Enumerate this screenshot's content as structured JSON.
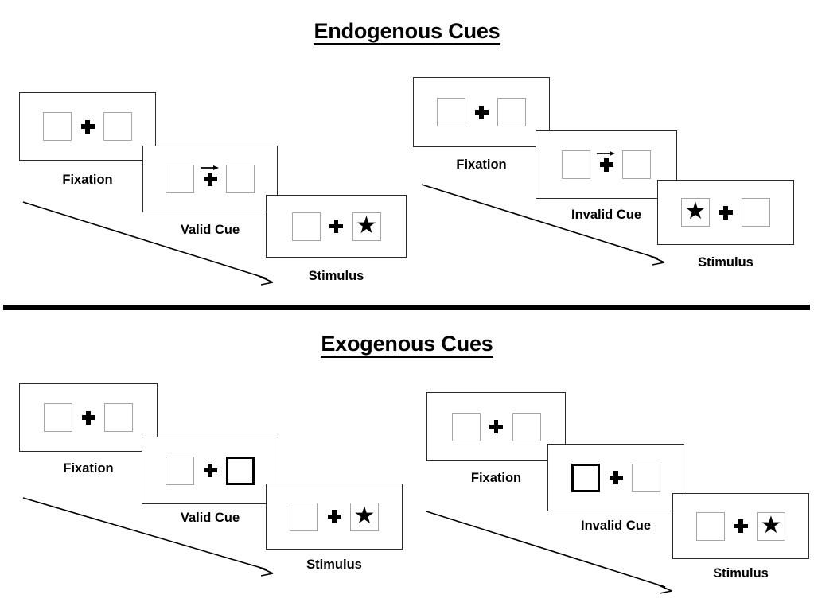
{
  "figure": {
    "title_endogenous": "Endogenous Cues",
    "title_exogenous": "Exogenous Cues"
  },
  "sections": [
    {
      "id": "endogenous",
      "title": "Endogenous Cues",
      "cue_type": "central-arrow",
      "sequences": [
        {
          "id": "endogenous-valid",
          "validity": "valid",
          "panels": [
            {
              "caption": "Fixation",
              "left_box": {
                "content": "empty",
                "cued": false
              },
              "right_box": {
                "content": "empty",
                "cued": false
              },
              "center": "plus",
              "arrow_cue": "none"
            },
            {
              "caption": "Valid Cue",
              "left_box": {
                "content": "empty",
                "cued": false
              },
              "right_box": {
                "content": "empty",
                "cued": false
              },
              "center": "plus",
              "arrow_cue": "right"
            },
            {
              "caption": "Stimulus",
              "left_box": {
                "content": "empty",
                "cued": false
              },
              "right_box": {
                "content": "star",
                "cued": false
              },
              "center": "plus",
              "arrow_cue": "none"
            }
          ]
        },
        {
          "id": "endogenous-invalid",
          "validity": "invalid",
          "panels": [
            {
              "caption": "Fixation",
              "left_box": {
                "content": "empty",
                "cued": false
              },
              "right_box": {
                "content": "empty",
                "cued": false
              },
              "center": "plus",
              "arrow_cue": "none"
            },
            {
              "caption": "Invalid Cue",
              "left_box": {
                "content": "empty",
                "cued": false
              },
              "right_box": {
                "content": "empty",
                "cued": false
              },
              "center": "plus",
              "arrow_cue": "right"
            },
            {
              "caption": "Stimulus",
              "left_box": {
                "content": "star",
                "cued": false
              },
              "right_box": {
                "content": "empty",
                "cued": false
              },
              "center": "plus",
              "arrow_cue": "none"
            }
          ]
        }
      ]
    },
    {
      "id": "exogenous",
      "title": "Exogenous Cues",
      "cue_type": "peripheral-box-flash",
      "sequences": [
        {
          "id": "exogenous-valid",
          "validity": "valid",
          "panels": [
            {
              "caption": "Fixation",
              "left_box": {
                "content": "empty",
                "cued": false
              },
              "right_box": {
                "content": "empty",
                "cued": false
              },
              "center": "plus",
              "arrow_cue": "none"
            },
            {
              "caption": "Valid Cue",
              "left_box": {
                "content": "empty",
                "cued": false
              },
              "right_box": {
                "content": "empty",
                "cued": true
              },
              "center": "plus",
              "arrow_cue": "none"
            },
            {
              "caption": "Stimulus",
              "left_box": {
                "content": "empty",
                "cued": false
              },
              "right_box": {
                "content": "star",
                "cued": false
              },
              "center": "plus",
              "arrow_cue": "none"
            }
          ]
        },
        {
          "id": "exogenous-invalid",
          "validity": "invalid",
          "panels": [
            {
              "caption": "Fixation",
              "left_box": {
                "content": "empty",
                "cued": false
              },
              "right_box": {
                "content": "empty",
                "cued": false
              },
              "center": "plus",
              "arrow_cue": "none"
            },
            {
              "caption": "Invalid Cue",
              "left_box": {
                "content": "empty",
                "cued": true
              },
              "right_box": {
                "content": "empty",
                "cued": false
              },
              "center": "plus",
              "arrow_cue": "none"
            },
            {
              "caption": "Stimulus",
              "left_box": {
                "content": "empty",
                "cued": false
              },
              "right_box": {
                "content": "star",
                "cued": false
              },
              "center": "plus",
              "arrow_cue": "none"
            }
          ]
        }
      ]
    }
  ],
  "captions": {
    "fixation": "Fixation",
    "valid_cue": "Valid Cue",
    "invalid_cue": "Invalid Cue",
    "stimulus": "Stimulus"
  },
  "glyphs": {
    "star": "★"
  },
  "colors": {
    "ink": "#000000",
    "panel_border": "#2b2b2b",
    "box_border": "#a6a6a6",
    "cued_box_border": "#000000",
    "background": "#ffffff"
  }
}
